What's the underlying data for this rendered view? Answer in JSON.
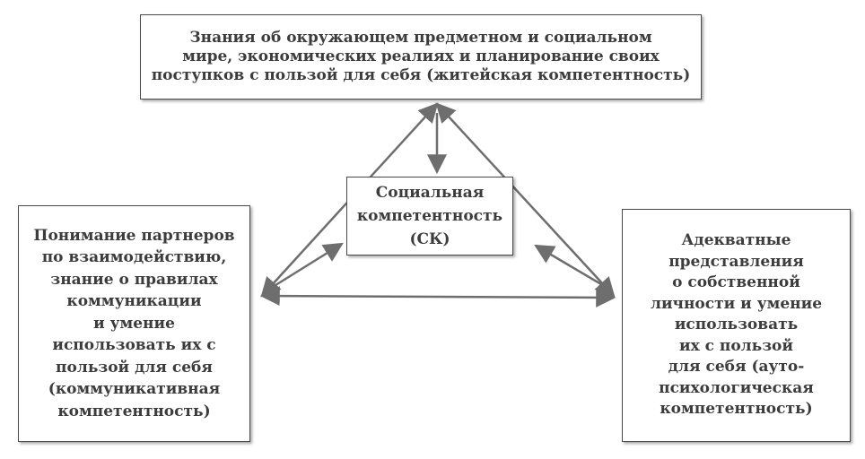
{
  "diagram": {
    "top_box": {
      "text": "Знания об окружающем предметном и социальном\nмире, экономических реалиях и планирование своих\nпоступков с пользой для себя (житейская компетентность)"
    },
    "center_box": {
      "text": "Социальная\nкомпетентность\n(СК)"
    },
    "left_box": {
      "text": "Понимание партнеров\nпо взаимодействию,\nзнание о правилах\nкоммуникации\nи умение\nиспользовать их с\nпользой для себя\n(коммуникативная\nкомпетентность)"
    },
    "right_box": {
      "text": "Адекватные\nпредставления\nо собственной\nличности и умение\nиспользовать\nих с пользой\nдля себя (ауто-\nпсихологическая\nкомпетентность)"
    },
    "colors": {
      "arrow": "#6e6e6e",
      "border": "#4a4a4a",
      "text": "#3c3c3c"
    }
  }
}
